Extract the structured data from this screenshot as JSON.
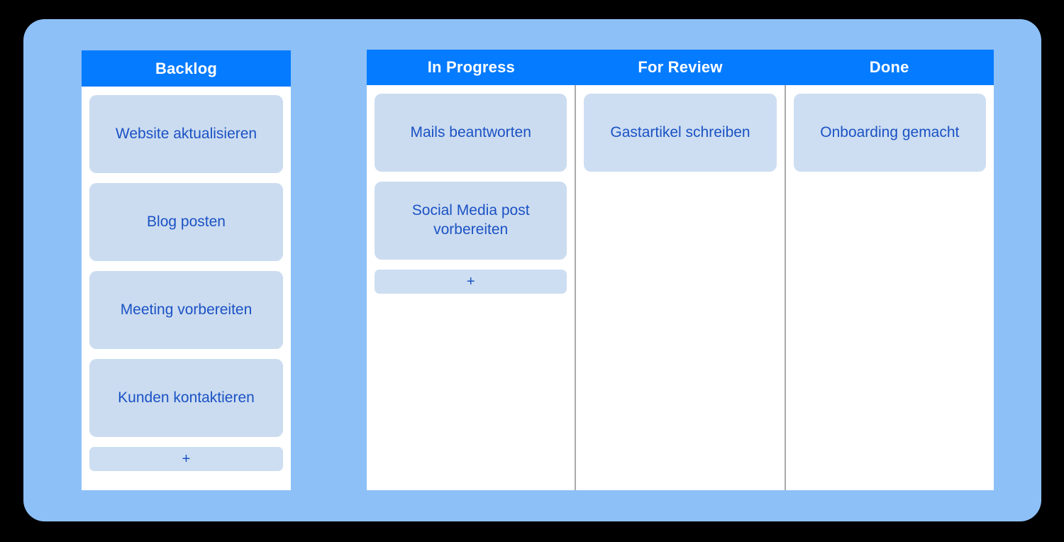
{
  "app": {
    "type": "kanban-board",
    "background_color": "#000000",
    "frame_color": "#8dc0f7",
    "header_color": "#057bff",
    "card_color": "#ccdcf0",
    "card_text_color": "#1a52c4",
    "panel_color": "#ffffff",
    "divider_color": "#aaaaaa"
  },
  "backlog_board": {
    "columns": [
      {
        "title": "Backlog",
        "cards": [
          {
            "label": "Website aktualisieren"
          },
          {
            "label": "Blog posten"
          },
          {
            "label": "Meeting vorbereiten"
          },
          {
            "label": "Kunden kontaktieren"
          }
        ],
        "add_button": {
          "label": "+",
          "icon": "plus-icon"
        }
      }
    ]
  },
  "main_board": {
    "columns": [
      {
        "title": "In Progress",
        "cards": [
          {
            "label": "Mails beantworten"
          },
          {
            "label": "Social Media post vorbereiten"
          }
        ],
        "add_button": {
          "label": "+",
          "icon": "plus-icon"
        }
      },
      {
        "title": "For Review",
        "cards": [
          {
            "label": "Gastartikel schreiben"
          }
        ],
        "add_button": null
      },
      {
        "title": "Done",
        "cards": [
          {
            "label": "Onboarding gemacht"
          }
        ],
        "add_button": null
      }
    ]
  }
}
